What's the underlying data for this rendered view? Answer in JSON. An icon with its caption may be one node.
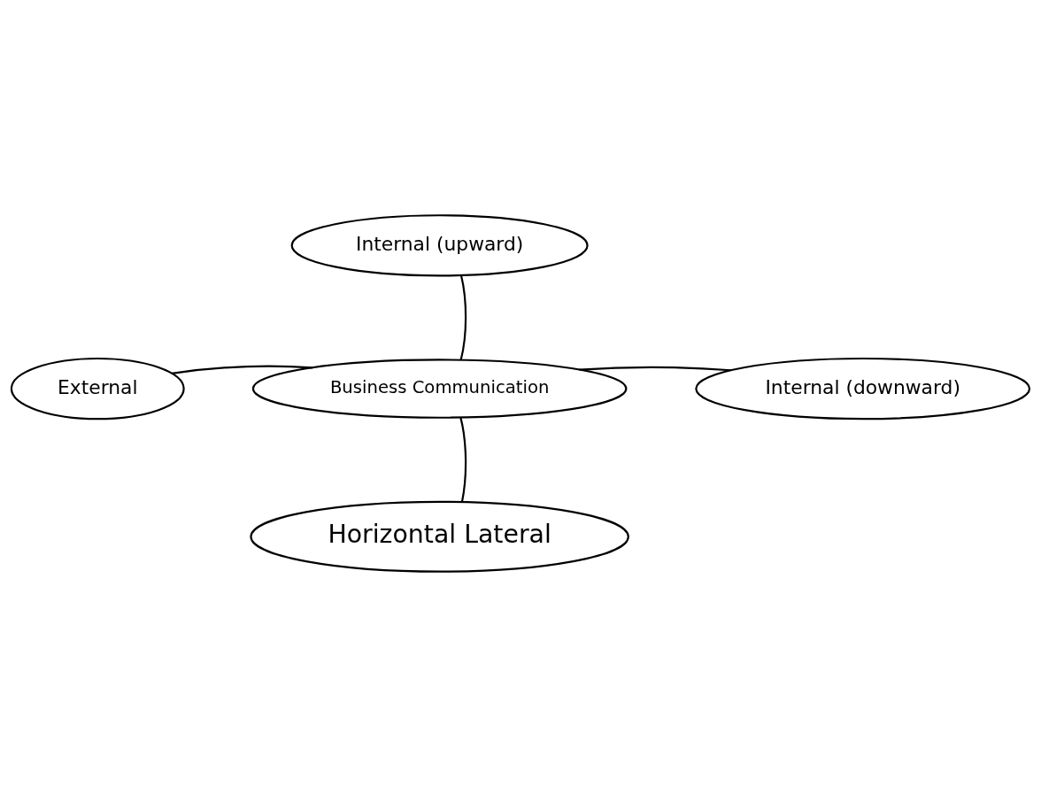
{
  "diagram": {
    "nodes": [
      {
        "text": [
          "Internal (upward)"
        ]
      },
      {
        "text": [
          "External"
        ]
      },
      {
        "text": [
          "Business Communication"
        ]
      },
      {
        "text": [
          "Internal (downward)"
        ]
      },
      {
        "text": [
          "Horizontal Lateral"
        ]
      }
    ],
    "edges": [
      {
        "from": 2,
        "to": 0,
        "arrow": "none"
      },
      {
        "from": 2,
        "to": 1,
        "arrow": "none"
      },
      {
        "from": 2,
        "to": 3,
        "arrow": "none"
      },
      {
        "from": 2,
        "to": 4,
        "arrow": "none"
      }
    ]
  }
}
